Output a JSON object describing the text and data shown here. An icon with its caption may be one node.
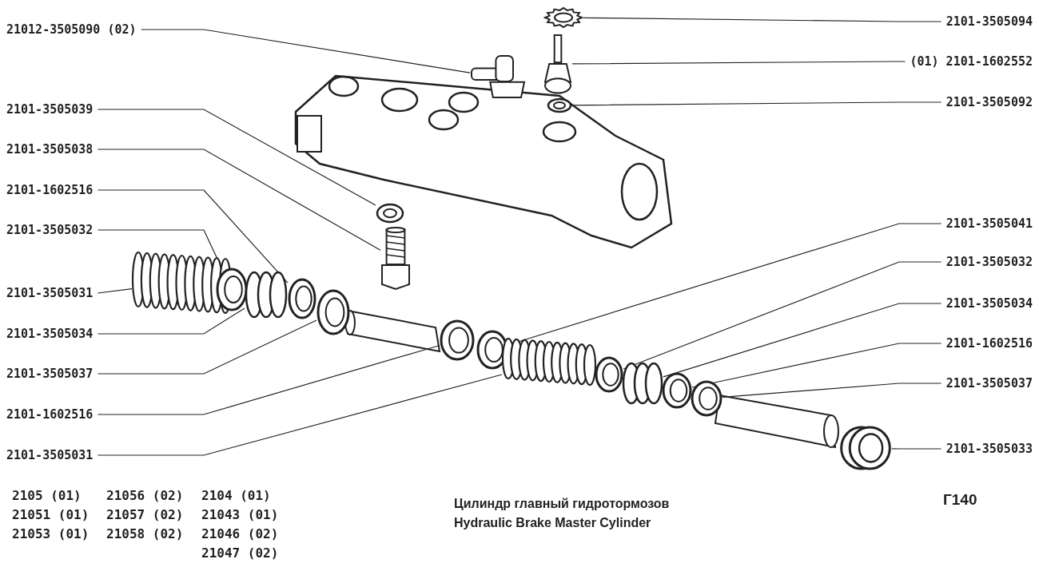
{
  "diagram": {
    "title": "Цилиндр главный гидротормозов",
    "caption": "Hydraulic Brake Master Cylinder",
    "nodes": [
      {
        "text": [
          "21012-3505090 (02)"
        ]
      },
      {
        "text": [
          "2101-3505039"
        ]
      },
      {
        "text": [
          "2101-3505038"
        ]
      },
      {
        "text": [
          "2101-1602516"
        ]
      },
      {
        "text": [
          "2101-3505032"
        ]
      },
      {
        "text": [
          "2101-3505031"
        ]
      },
      {
        "text": [
          "2101-3505034"
        ]
      },
      {
        "text": [
          "2101-3505037"
        ]
      },
      {
        "text": [
          "2101-1602516"
        ]
      },
      {
        "text": [
          "2101-3505031"
        ]
      },
      {
        "text": [
          "2101-3505094"
        ]
      },
      {
        "text": [
          "(01) 2101-1602552"
        ]
      },
      {
        "text": [
          "2101-3505092"
        ]
      },
      {
        "text": [
          "2101-3505041"
        ]
      },
      {
        "text": [
          "2101-3505032"
        ]
      },
      {
        "text": [
          "2101-3505034"
        ]
      },
      {
        "text": [
          "2101-1602516"
        ]
      },
      {
        "text": [
          "2101-3505037"
        ]
      },
      {
        "text": [
          "2101-3505033"
        ]
      },
      {
        "text": [],
        "shape": "picture"
      },
      {
        "text": [],
        "shape": "picture"
      },
      {
        "text": [],
        "shape": "picture"
      },
      {
        "text": [],
        "shape": "picture"
      },
      {
        "text": [],
        "shape": "picture"
      },
      {
        "text": [],
        "shape": "picture"
      },
      {
        "text": [],
        "shape": "picture"
      },
      {
        "text": [],
        "shape": "picture"
      },
      {
        "text": [],
        "shape": "picture"
      },
      {
        "text": [],
        "shape": "picture"
      },
      {
        "text": [],
        "shape": "picture"
      },
      {
        "text": [],
        "shape": "picture"
      },
      {
        "text": [],
        "shape": "picture"
      },
      {
        "text": [],
        "shape": "picture"
      },
      {
        "text": [],
        "shape": "picture"
      },
      {
        "text": [],
        "shape": "picture"
      },
      {
        "text": [],
        "shape": "picture"
      },
      {
        "text": [],
        "shape": "picture"
      },
      {
        "text": [],
        "shape": "picture"
      }
    ],
    "edges": [
      {
        "from": 0,
        "to": 19,
        "arrow": "none"
      },
      {
        "from": 1,
        "to": 23,
        "arrow": "none"
      },
      {
        "from": 2,
        "to": 24,
        "arrow": "none"
      },
      {
        "from": 3,
        "to": 28,
        "arrow": "none"
      },
      {
        "from": 4,
        "to": 26,
        "arrow": "none"
      },
      {
        "from": 5,
        "to": 25,
        "arrow": "none"
      },
      {
        "from": 6,
        "to": 27,
        "arrow": "none"
      },
      {
        "from": 7,
        "to": 29,
        "arrow": "none"
      },
      {
        "from": 8,
        "to": 30,
        "arrow": "none"
      },
      {
        "from": 9,
        "to": 32,
        "arrow": "none"
      },
      {
        "from": 10,
        "to": 20,
        "arrow": "none"
      },
      {
        "from": 11,
        "to": 21,
        "arrow": "none"
      },
      {
        "from": 12,
        "to": 22,
        "arrow": "none"
      },
      {
        "from": 13,
        "to": 31,
        "arrow": "none"
      },
      {
        "from": 14,
        "to": 33,
        "arrow": "none"
      },
      {
        "from": 15,
        "to": 34,
        "arrow": "none"
      },
      {
        "from": 16,
        "to": 35,
        "arrow": "none"
      },
      {
        "from": 17,
        "to": 36,
        "arrow": "none"
      },
      {
        "from": 18,
        "to": 37,
        "arrow": "none"
      }
    ],
    "labels": [
      "2105 (01)",
      "21056 (02)",
      "2104 (01)",
      "21051 (01)",
      "21057 (02)",
      "21043 (01)",
      "21053 (01)",
      "21058 (02)",
      "21046 (02)",
      "21047 (02)",
      "Г140"
    ]
  }
}
